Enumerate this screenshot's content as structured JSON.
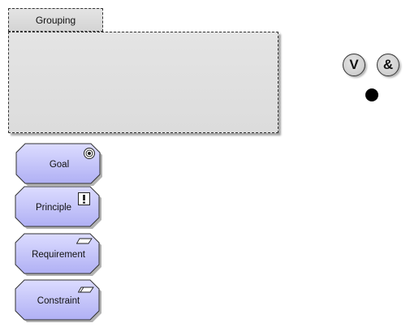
{
  "grouping": {
    "label": "Grouping"
  },
  "elements": [
    {
      "label": "Goal",
      "icon": "goal-target-icon"
    },
    {
      "label": "Principle",
      "icon": "principle-exclamation-icon"
    },
    {
      "label": "Requirement",
      "icon": "requirement-parallelogram-icon"
    },
    {
      "label": "Constraint",
      "icon": "constraint-parallelogram-icon"
    }
  ],
  "connectors": {
    "or_junction_label": "V",
    "and_junction_label": "&"
  },
  "colors": {
    "motivation_fill_top": "#d9d9ff",
    "motivation_fill_bottom": "#b3b3f5",
    "grouping_fill": "#dddddd",
    "stroke": "#333333"
  }
}
